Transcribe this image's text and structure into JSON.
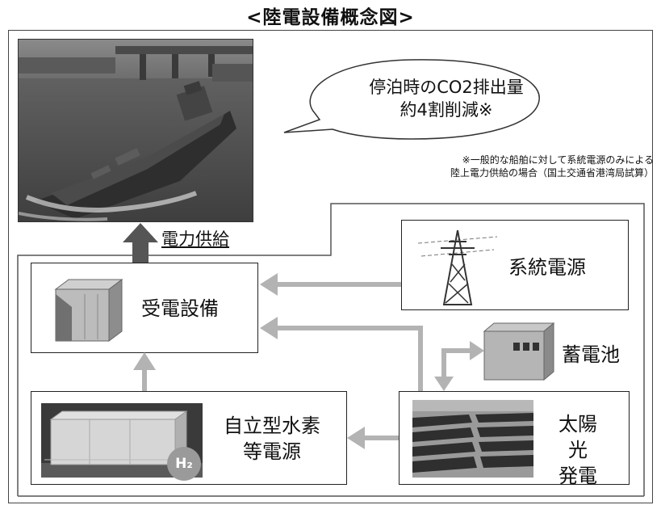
{
  "title": "<陸電設備概念図>",
  "bubble": {
    "line1": "停泊時のCO2排出量",
    "line2": "約4割削減※"
  },
  "note": {
    "line1": "※一般的な船舶に対して系統電源のみによる",
    "line2": "陸上電力供給の場合（国土交通省港湾局試算）"
  },
  "supply_label": "電力供給",
  "nodes": {
    "receiving": "受電設備",
    "grid": "系統電源",
    "battery": "蓄電池",
    "solar_line1": "太陽光",
    "solar_line2": "発電",
    "hydrogen_line1": "自立型水素",
    "hydrogen_line2": "等電源",
    "h2_badge": "H₂"
  },
  "colors": {
    "arrow_gray": "#b3b3b3",
    "arrow_dark": "#555555",
    "h2_badge": "#9a9a9a"
  }
}
